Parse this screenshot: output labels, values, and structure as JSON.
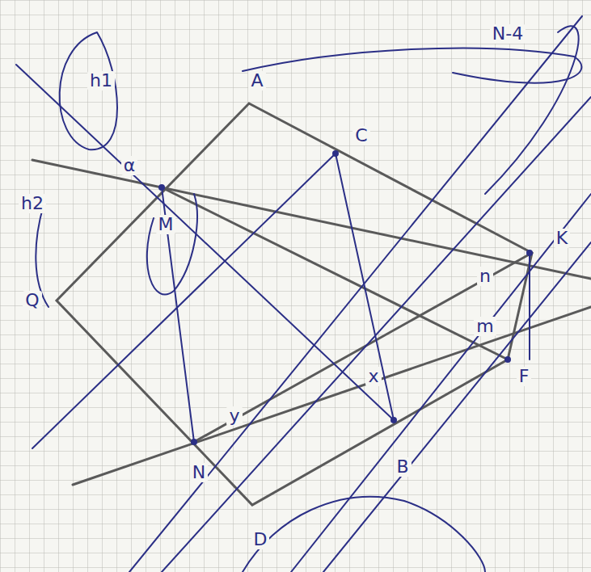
{
  "diagram": {
    "labels": [
      "A",
      "C",
      "K",
      "F",
      "Q",
      "M",
      "N",
      "B",
      "D",
      "h1",
      "h2",
      "N-4",
      "α",
      "x",
      "y",
      "n",
      "m"
    ]
  }
}
